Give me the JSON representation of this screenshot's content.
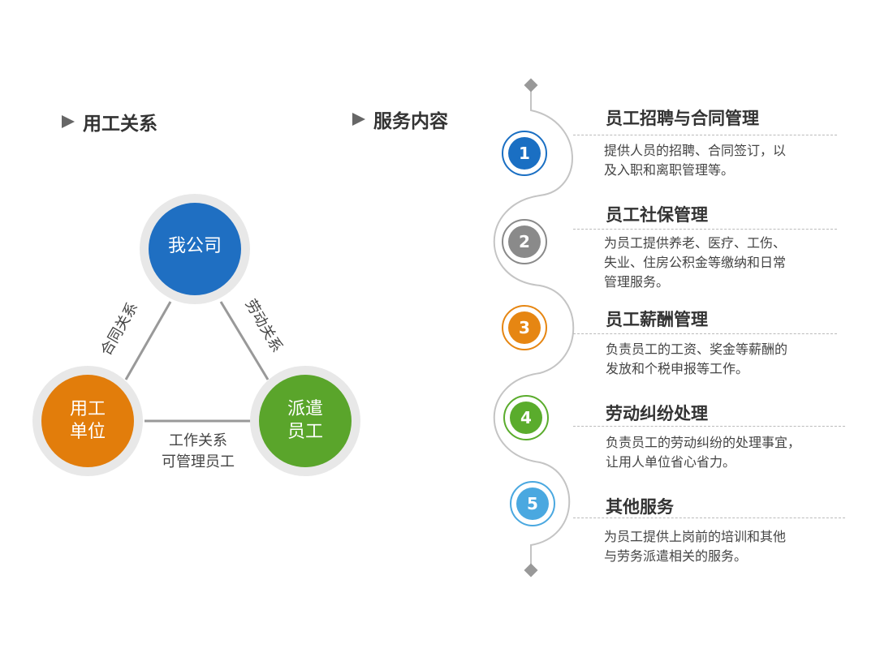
{
  "left_section": {
    "heading": "用工关系",
    "nodes": {
      "company": "我公司",
      "employer_line1": "用工",
      "employer_line2": "单位",
      "dispatched_line1": "派遣",
      "dispatched_line2": "员工"
    },
    "edges": {
      "contract": "合同关系",
      "labor": "劳动关系",
      "work_line1": "工作关系",
      "work_line2": "可管理员工"
    },
    "colors": {
      "company": "#1f6fc2",
      "employer": "#e27d0b",
      "dispatched": "#5aa52b",
      "halo": "#e8e8e8",
      "connector": "#999999"
    }
  },
  "right_section": {
    "heading": "服务内容",
    "services": [
      {
        "number": "1",
        "title": "员工招聘与合同管理",
        "desc_lines": [
          "提供人员的招聘、合同签订，以",
          "及入职和离职管理等。"
        ],
        "color": "#1a6fc3",
        "icon": "number-circle"
      },
      {
        "number": "2",
        "title": "员工社保管理",
        "desc_lines": [
          "为员工提供养老、医疗、工伤、",
          "失业、住房公积金等缴纳和日常",
          "管理服务。"
        ],
        "color": "#8a8a8a",
        "icon": "number-circle"
      },
      {
        "number": "3",
        "title": "员工薪酬管理",
        "desc_lines": [
          "负责员工的工资、奖金等薪酬的",
          "发放和个税申报等工作。"
        ],
        "color": "#e68612",
        "icon": "number-circle"
      },
      {
        "number": "4",
        "title": "劳动纠纷处理",
        "desc_lines": [
          "负责员工的劳动纠纷的处理事宜，",
          "让用人单位省心省力。"
        ],
        "color": "#5aac2c",
        "icon": "number-circle"
      },
      {
        "number": "5",
        "title": "其他服务",
        "desc_lines": [
          "为员工提供上岗前的培训和其他",
          "与劳务派遣相关的服务。"
        ],
        "color": "#4aa8e0",
        "icon": "number-circle"
      }
    ]
  }
}
